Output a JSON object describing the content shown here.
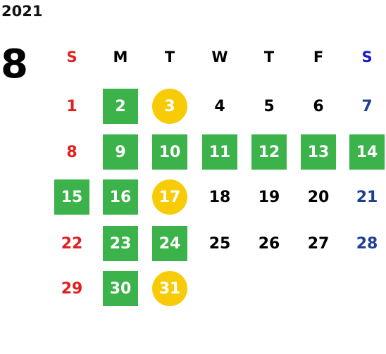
{
  "calendar": {
    "year": "2021",
    "month": "8",
    "weekday_headers": [
      "S",
      "M",
      "T",
      "W",
      "T",
      "F",
      "S"
    ],
    "weeks": [
      [
        {
          "day": "1",
          "style": "sunday"
        },
        {
          "day": "2",
          "style": "green"
        },
        {
          "day": "3",
          "style": "gold"
        },
        {
          "day": "4",
          "style": "plain"
        },
        {
          "day": "5",
          "style": "plain"
        },
        {
          "day": "6",
          "style": "plain"
        },
        {
          "day": "7",
          "style": "saturday"
        }
      ],
      [
        {
          "day": "8",
          "style": "sunday"
        },
        {
          "day": "9",
          "style": "green"
        },
        {
          "day": "10",
          "style": "green"
        },
        {
          "day": "11",
          "style": "green"
        },
        {
          "day": "12",
          "style": "green"
        },
        {
          "day": "13",
          "style": "green"
        },
        {
          "day": "14",
          "style": "green"
        }
      ],
      [
        {
          "day": "15",
          "style": "green"
        },
        {
          "day": "16",
          "style": "green"
        },
        {
          "day": "17",
          "style": "gold"
        },
        {
          "day": "18",
          "style": "plain"
        },
        {
          "day": "19",
          "style": "plain"
        },
        {
          "day": "20",
          "style": "plain"
        },
        {
          "day": "21",
          "style": "saturday"
        }
      ],
      [
        {
          "day": "22",
          "style": "sunday"
        },
        {
          "day": "23",
          "style": "green"
        },
        {
          "day": "24",
          "style": "green"
        },
        {
          "day": "25",
          "style": "plain"
        },
        {
          "day": "26",
          "style": "plain"
        },
        {
          "day": "27",
          "style": "plain"
        },
        {
          "day": "28",
          "style": "saturday"
        }
      ],
      [
        {
          "day": "29",
          "style": "sunday"
        },
        {
          "day": "30",
          "style": "green"
        },
        {
          "day": "31",
          "style": "gold"
        }
      ]
    ],
    "colors": {
      "green_highlight": "#3bb34a",
      "gold_highlight": "#f7cc06",
      "sunday_text": "#e02020",
      "saturday_header_text": "#1a1acc",
      "saturday_text": "#1c3f94"
    }
  }
}
